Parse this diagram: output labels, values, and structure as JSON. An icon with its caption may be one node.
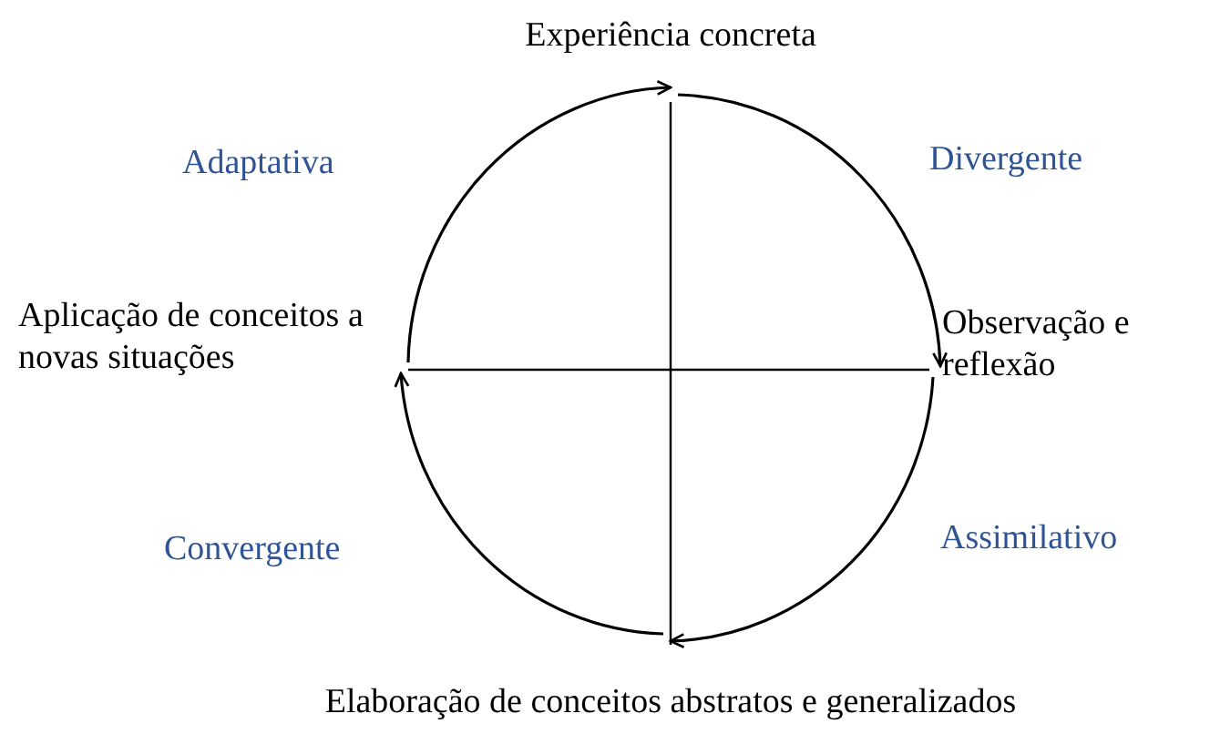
{
  "diagram": {
    "nodes": [
      {
        "text": [
          "Experiência concreta"
        ]
      },
      {
        "text": [
          "Observação e reflexão"
        ]
      },
      {
        "text": [
          "Elaboração de conceitos abstratos e generalizados"
        ]
      },
      {
        "text": [
          "Aplicação de conceitos a novas situações"
        ]
      }
    ],
    "edges": [
      {
        "from": 0,
        "to": 1,
        "arrow": "to"
      },
      {
        "from": 1,
        "to": 2,
        "arrow": "to"
      },
      {
        "from": 2,
        "to": 3,
        "arrow": "to"
      },
      {
        "from": 3,
        "to": 0,
        "arrow": "to"
      }
    ],
    "labels": [
      "Adaptativa",
      "Divergente",
      "Convergente",
      "Assimilativo"
    ]
  }
}
